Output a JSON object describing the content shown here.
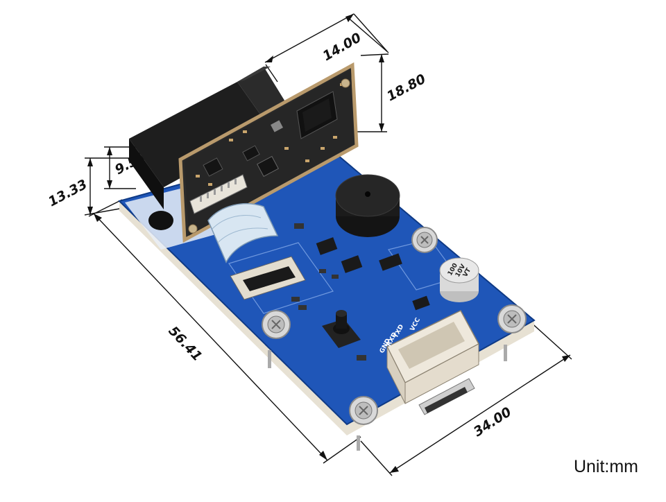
{
  "dimensions": {
    "top_depth": "14.00",
    "camera_height": "18.80",
    "side_small": "9.50",
    "side_total": "13.33",
    "length": "56.41",
    "width": "34.00"
  },
  "silkscreen": {
    "vcc": "VCC",
    "txd": "TXD",
    "rxd": "RXD",
    "gnd": "GND"
  },
  "capacitor": {
    "line1": "100",
    "line2": "10V",
    "line3": "VT"
  },
  "unit_label": "Unit:mm",
  "colors": {
    "pcb_blue": "#1f56b8",
    "pcb_edge": "#0f3a85",
    "module_black": "#1a1a1a",
    "cream_board": "#f2ede2",
    "dimension_line": "#111111"
  }
}
